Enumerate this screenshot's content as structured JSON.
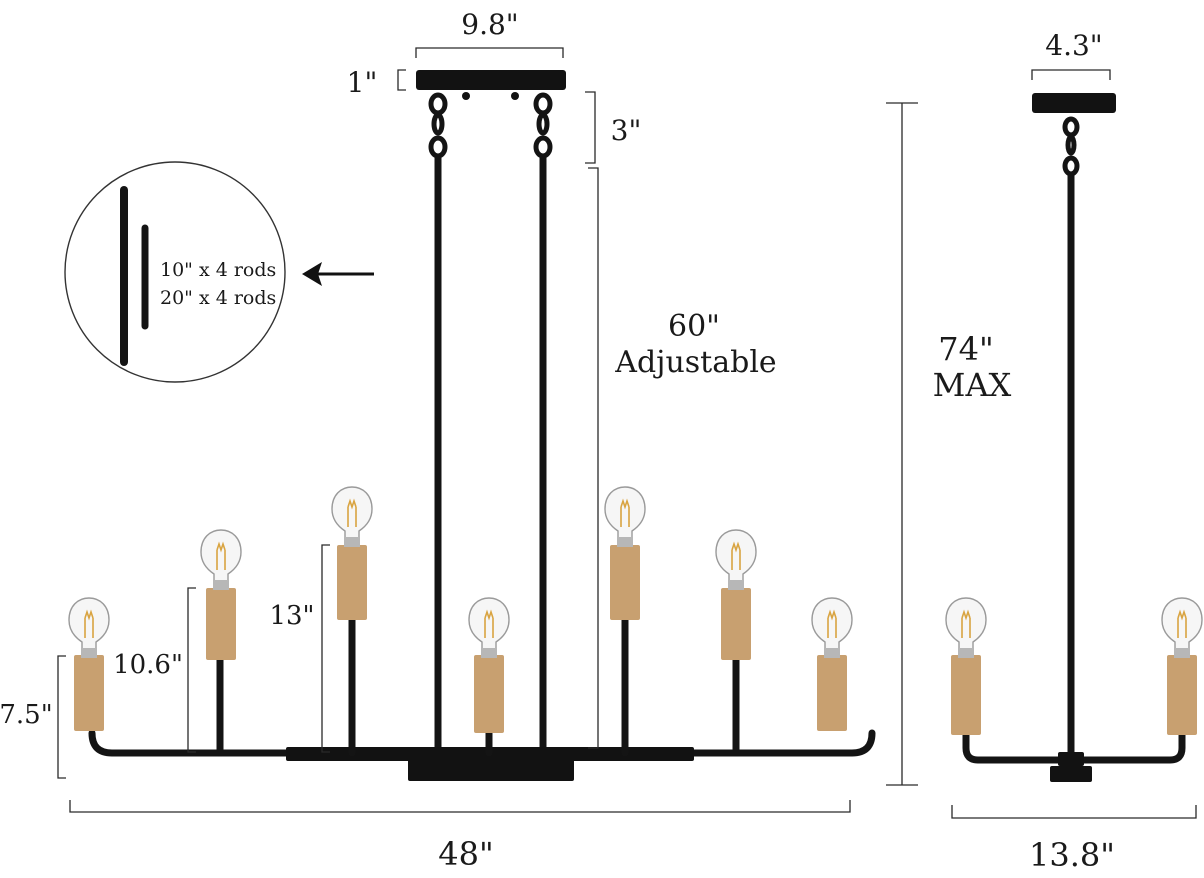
{
  "front_view": {
    "canopy_width": "9.8\"",
    "canopy_height": "1\"",
    "chain_length": "3\"",
    "rod_length": "60\"",
    "rod_note": "Adjustable",
    "arm_height_1": "7.5\"",
    "arm_height_2": "10.6\"",
    "arm_height_3": "13\"",
    "total_width": "48\""
  },
  "side_view": {
    "canopy_width": "4.3\"",
    "max_height": "74\"",
    "max_note": "MAX",
    "total_depth": "13.8\""
  },
  "rods_callout": {
    "line_1": "10\" x 4 rods",
    "line_2": "20\" x 4 rods"
  },
  "colors": {
    "metal": "#141414",
    "socket_gold": "#c8a070",
    "bulb_glass": "#f4f4f4"
  }
}
